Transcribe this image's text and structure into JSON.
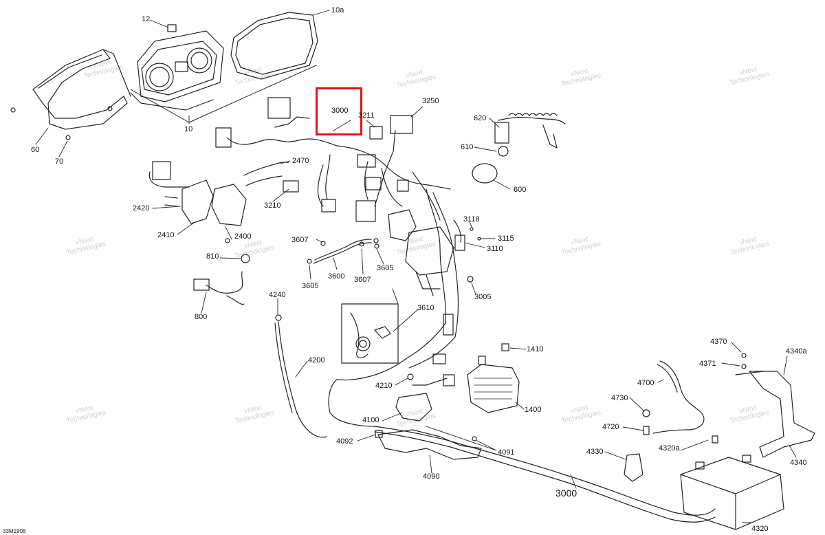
{
  "figure": {
    "document_code": "33M1908",
    "highlighted_part": "3000",
    "watermark_lines": [
      "vNext",
      "Technologies"
    ],
    "accent_color": "#e4111b"
  },
  "callouts": [
    {
      "id": "12",
      "text": "12"
    },
    {
      "id": "10a",
      "text": "10a"
    },
    {
      "id": "10",
      "text": "10"
    },
    {
      "id": "60",
      "text": "60"
    },
    {
      "id": "70",
      "text": "70"
    },
    {
      "id": "3000-box",
      "text": "3000"
    },
    {
      "id": "3211",
      "text": "3211"
    },
    {
      "id": "3250",
      "text": "3250"
    },
    {
      "id": "620",
      "text": "620"
    },
    {
      "id": "610",
      "text": "610"
    },
    {
      "id": "600",
      "text": "600"
    },
    {
      "id": "2470",
      "text": "2470"
    },
    {
      "id": "3210",
      "text": "3210"
    },
    {
      "id": "2420",
      "text": "2420"
    },
    {
      "id": "2410",
      "text": "2410"
    },
    {
      "id": "2400",
      "text": "2400"
    },
    {
      "id": "810",
      "text": "810"
    },
    {
      "id": "800",
      "text": "800"
    },
    {
      "id": "3607a",
      "text": "3607"
    },
    {
      "id": "3605a",
      "text": "3605"
    },
    {
      "id": "3600",
      "text": "3600"
    },
    {
      "id": "3607b",
      "text": "3607"
    },
    {
      "id": "3605b",
      "text": "3605"
    },
    {
      "id": "3118",
      "text": "3118"
    },
    {
      "id": "3115",
      "text": "3115"
    },
    {
      "id": "3110",
      "text": "3110"
    },
    {
      "id": "3005",
      "text": "3005"
    },
    {
      "id": "4240",
      "text": "4240"
    },
    {
      "id": "3610",
      "text": "3610"
    },
    {
      "id": "4200",
      "text": "4200"
    },
    {
      "id": "1410",
      "text": "1410"
    },
    {
      "id": "4210",
      "text": "4210"
    },
    {
      "id": "1400",
      "text": "1400"
    },
    {
      "id": "4100",
      "text": "4100"
    },
    {
      "id": "4092",
      "text": "4092"
    },
    {
      "id": "4091",
      "text": "4091"
    },
    {
      "id": "4090",
      "text": "4090"
    },
    {
      "id": "4700",
      "text": "4700"
    },
    {
      "id": "4730",
      "text": "4730"
    },
    {
      "id": "4720",
      "text": "4720"
    },
    {
      "id": "4370",
      "text": "4370"
    },
    {
      "id": "4371",
      "text": "4371"
    },
    {
      "id": "4340a",
      "text": "4340a"
    },
    {
      "id": "4330",
      "text": "4330"
    },
    {
      "id": "4320a",
      "text": "4320a"
    },
    {
      "id": "4340",
      "text": "4340"
    },
    {
      "id": "3000-main",
      "text": "3000"
    },
    {
      "id": "4320",
      "text": "4320"
    }
  ]
}
